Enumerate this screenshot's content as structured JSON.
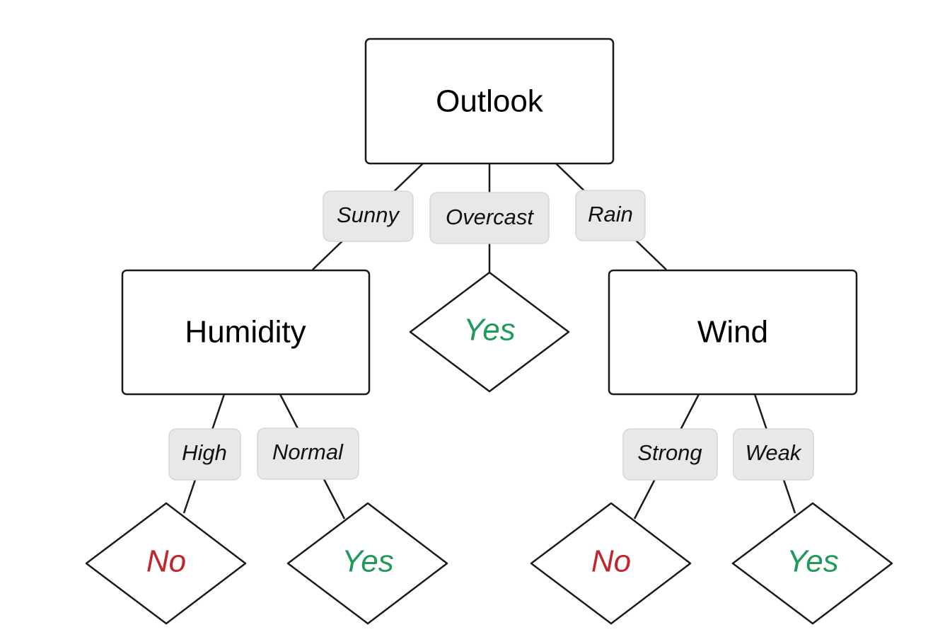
{
  "colors": {
    "yes": "#1f9a5a",
    "no": "#c0262d",
    "edge_label_bg": "#e8e8e8",
    "stroke": "#1a1a1a"
  },
  "nodes": {
    "outlook": "Outlook",
    "humidity": "Humidity",
    "wind": "Wind"
  },
  "edges": {
    "sunny": "Sunny",
    "overcast": "Overcast",
    "rain": "Rain",
    "high": "High",
    "normal": "Normal",
    "strong": "Strong",
    "weak": "Weak"
  },
  "leaves": {
    "overcast_result": "Yes",
    "high_result": "No",
    "normal_result": "Yes",
    "strong_result": "No",
    "weak_result": "Yes"
  }
}
